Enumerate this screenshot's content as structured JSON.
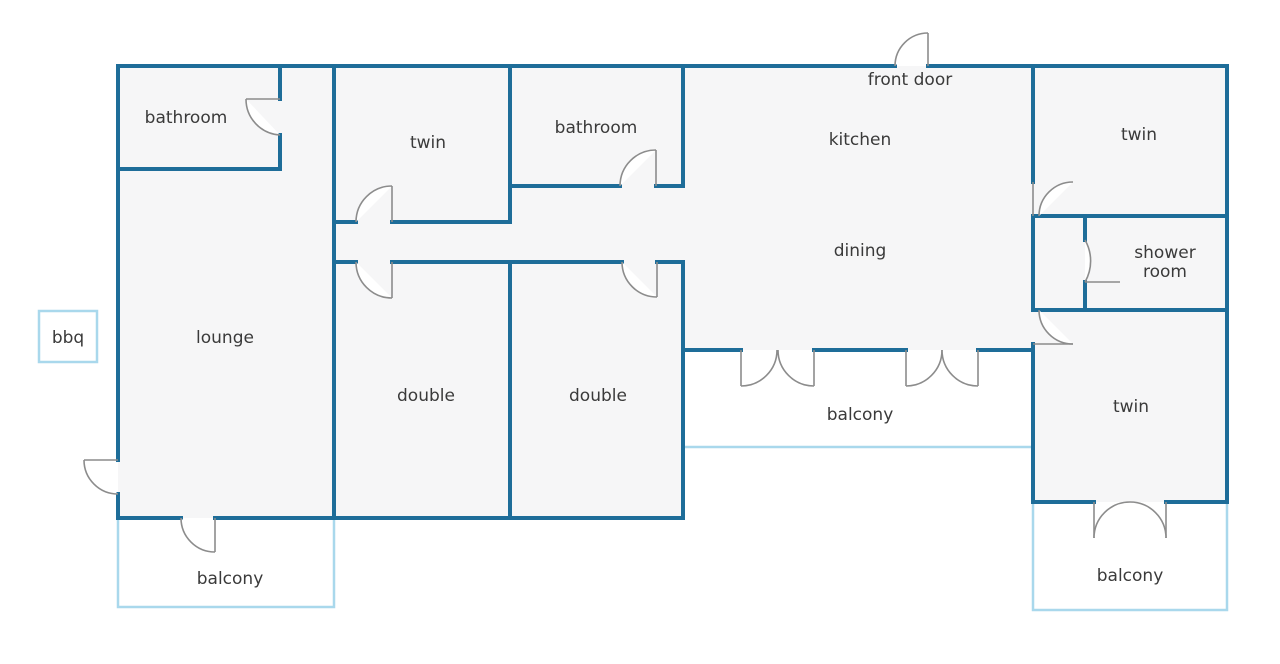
{
  "plan": {
    "rooms": {
      "bathroom_left": "bathroom",
      "twin_top": "twin",
      "bathroom_mid": "bathroom",
      "front_door": "front door",
      "kitchen": "kitchen",
      "twin_right_top": "twin",
      "dining": "dining",
      "shower_line1": "shower",
      "shower_line2": "room",
      "bbq": "bbq",
      "lounge": "lounge",
      "double_left": "double",
      "double_right": "double",
      "balcony_middle": "balcony",
      "twin_right_bottom": "twin",
      "balcony_left": "balcony",
      "balcony_right": "balcony"
    },
    "colors": {
      "wall": "#1e6d99",
      "exterior": "#a9d8ec",
      "floor": "#f6f6f7",
      "door": "#8c8c8c",
      "text": "#3a3a3a"
    }
  }
}
